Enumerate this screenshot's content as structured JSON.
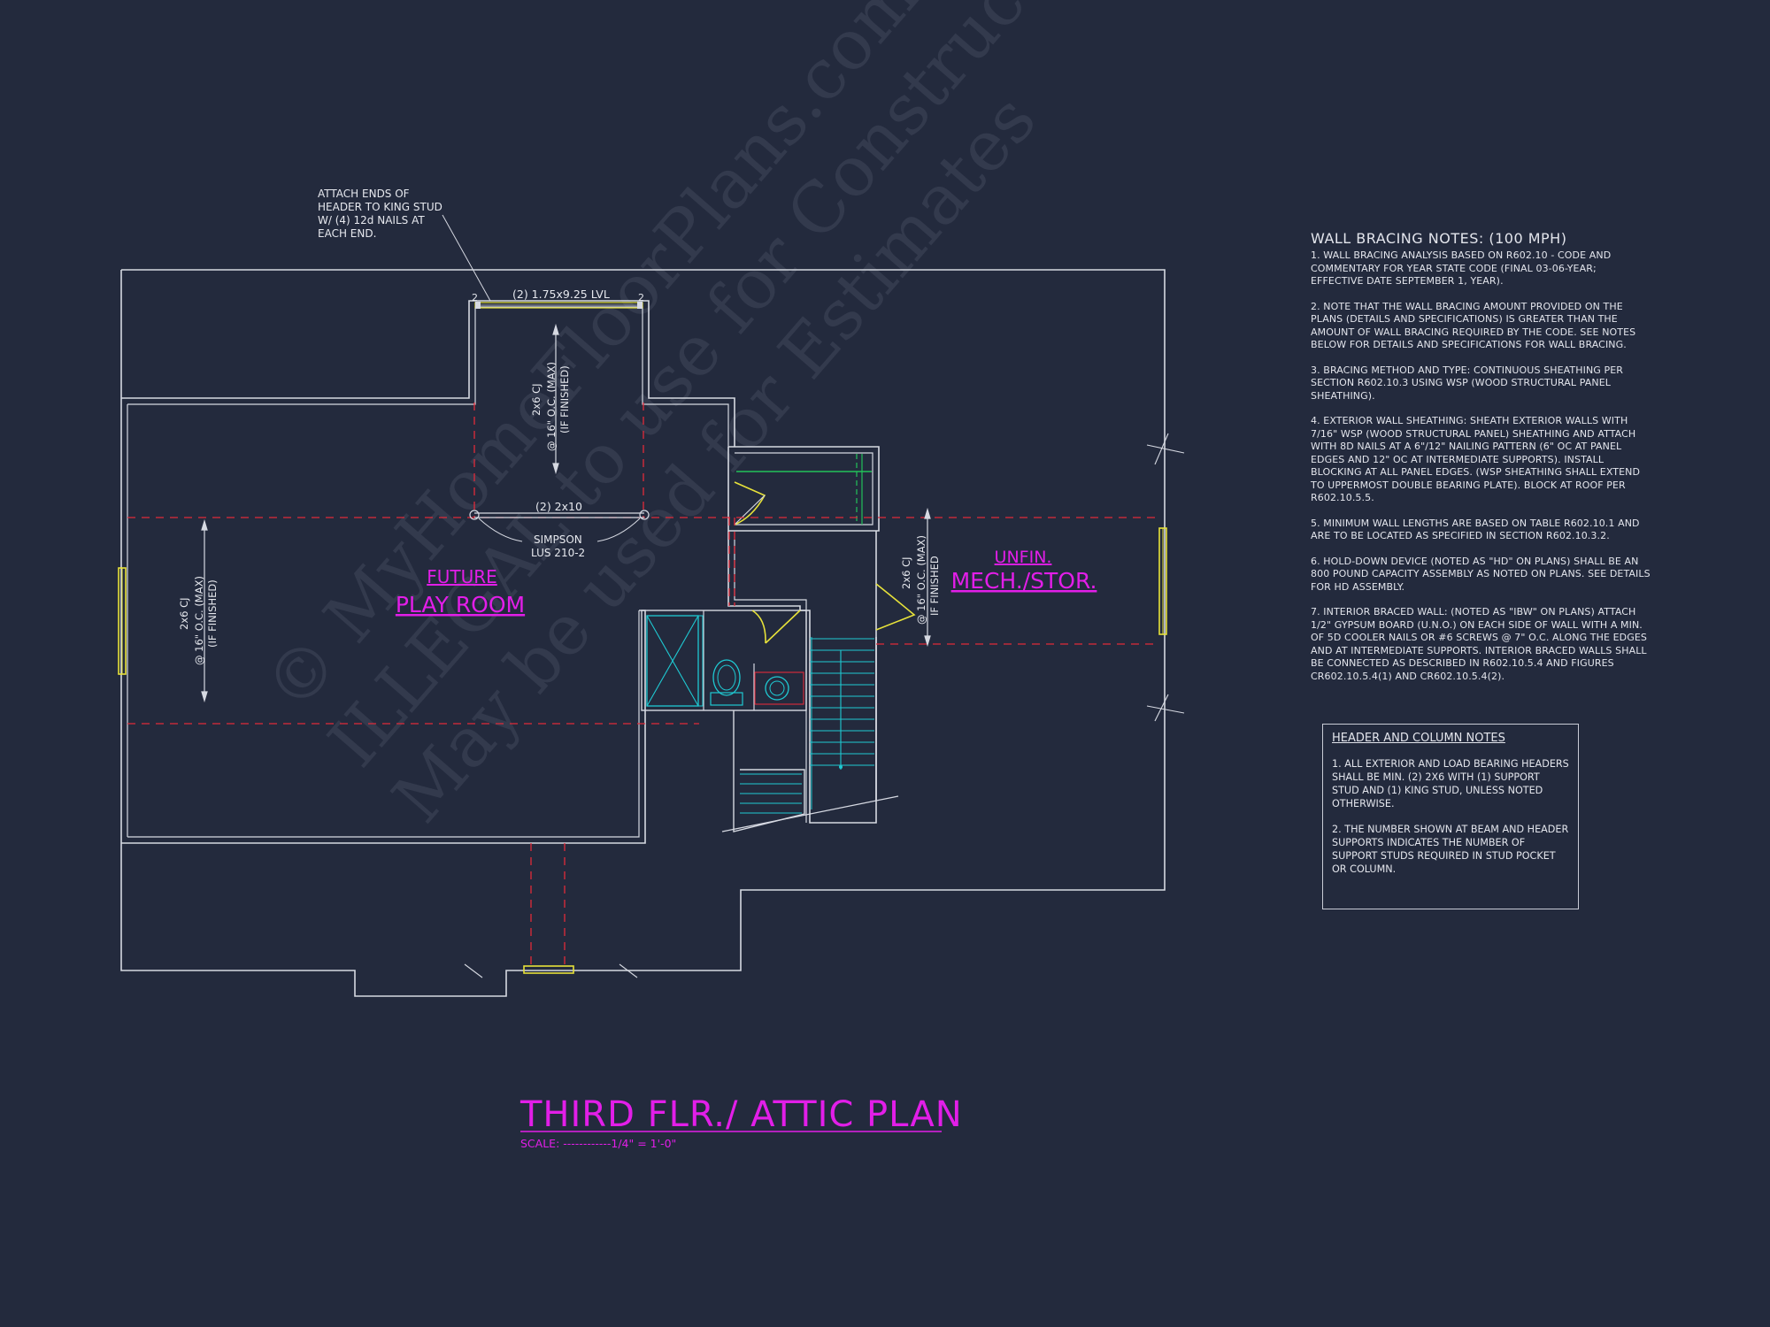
{
  "plan": {
    "title": "THIRD FLR./ ATTIC PLAN",
    "scale_label": "SCALE: ------------1/4\" = 1'-0\"",
    "colors": {
      "background": "#232a3d",
      "walls": "#d6d9e2",
      "title": "#e21ee8",
      "dashed_lines": "#e02a3a",
      "fixtures": "#1fc9d2",
      "headers": "#e7e23a",
      "closet": "#22c25a"
    }
  },
  "rooms": {
    "play_room_line1": "FUTURE",
    "play_room_line2": "PLAY ROOM",
    "mech_line1": "UNFIN.",
    "mech_line2": "MECH./STOR."
  },
  "annotations": {
    "attach_note": [
      "ATTACH ENDS OF",
      "HEADER TO KING STUD",
      "W/ (4) 12d NAILS AT",
      "EACH END."
    ],
    "lvl_header": "(2) 1.75x9.25 LVL",
    "stud_left": "2",
    "stud_right": "2",
    "joist_header": "(2) 2x10",
    "hanger": [
      "SIMPSON",
      "LUS 210-2"
    ],
    "cj_center": [
      "2x6 CJ",
      "@ 16\" O.C. (MAX)",
      "(IF FINISHED)"
    ],
    "cj_left": [
      "2x6 CJ",
      "@ 16\" O.C. (MAX)",
      "(IF FINISHED)"
    ],
    "cj_right": [
      "2x6 CJ",
      "@ 16\" O.C. (MAX)",
      "IF FINISHED"
    ]
  },
  "wall_bracing_notes": {
    "title": "WALL BRACING NOTES: (100 MPH)",
    "items": [
      "1. WALL BRACING ANALYSIS BASED ON R602.10 - CODE AND COMMENTARY FOR YEAR STATE CODE (FINAL 03-06-YEAR; EFFECTIVE DATE SEPTEMBER 1, YEAR).",
      "2. NOTE THAT THE WALL BRACING AMOUNT PROVIDED ON THE PLANS (DETAILS AND SPECIFICATIONS) IS GREATER THAN THE AMOUNT OF WALL BRACING REQUIRED BY THE CODE. SEE NOTES BELOW FOR DETAILS AND SPECIFICATIONS FOR WALL BRACING.",
      "3. BRACING METHOD AND TYPE: CONTINUOUS SHEATHING PER SECTION R602.10.3 USING WSP (WOOD STRUCTURAL PANEL SHEATHING).",
      "4. EXTERIOR WALL SHEATHING: SHEATH EXTERIOR WALLS WITH 7/16\" WSP (WOOD STRUCTURAL PANEL) SHEATHING AND ATTACH WITH 8d NAILS AT A 6\"/12\" NAILING PATTERN (6\" OC AT PANEL EDGES AND 12\" OC AT INTERMEDIATE SUPPORTS). INSTALL BLOCKING AT ALL PANEL EDGES. (WSP SHEATHING SHALL EXTEND TO UPPERMOST DOUBLE BEARING PLATE). BLOCK AT ROOF PER R602.10.5.5.",
      "5. MINIMUM WALL LENGTHS ARE BASED ON TABLE R602.10.1 AND ARE TO BE LOCATED AS SPECIFIED IN SECTION R602.10.3.2.",
      "6. HOLD-DOWN DEVICE (NOTED AS \"HD\" ON PLANS) SHALL BE AN 800 POUND CAPACITY ASSEMBLY AS NOTED ON PLANS. SEE DETAILS FOR HD ASSEMBLY.",
      "7. INTERIOR BRACED WALL: (NOTED AS \"IBW\" ON PLANS) ATTACH 1/2\" GYPSUM BOARD (U.N.O.) ON EACH SIDE OF WALL WITH A MIN. OF 5d COOLER NAILS OR #6 SCREWS @ 7\" O.C. ALONG THE EDGES AND AT INTERMEDIATE SUPPORTS. INTERIOR BRACED WALLS SHALL BE CONNECTED AS DESCRIBED IN R602.10.5.4 AND FIGURES CR602.10.5.4(1) AND CR602.10.5.4(2)."
    ]
  },
  "header_column_notes": {
    "title": "HEADER AND COLUMN NOTES",
    "items": [
      "1. ALL EXTERIOR AND LOAD BEARING HEADERS SHALL BE MIN. (2) 2x6 WITH (1) SUPPORT STUD AND (1) KING STUD, UNLESS NOTED OTHERWISE.",
      "2. THE NUMBER SHOWN AT BEAM AND HEADER SUPPORTS INDICATES THE NUMBER OF SUPPORT STUDS REQUIRED IN STUD POCKET OR COLUMN."
    ]
  },
  "watermark": {
    "line1": "© MyHomeFloorPlans.com",
    "line2": "ILLEGAL to use for Construction",
    "line3": "May be used for Estimates"
  }
}
